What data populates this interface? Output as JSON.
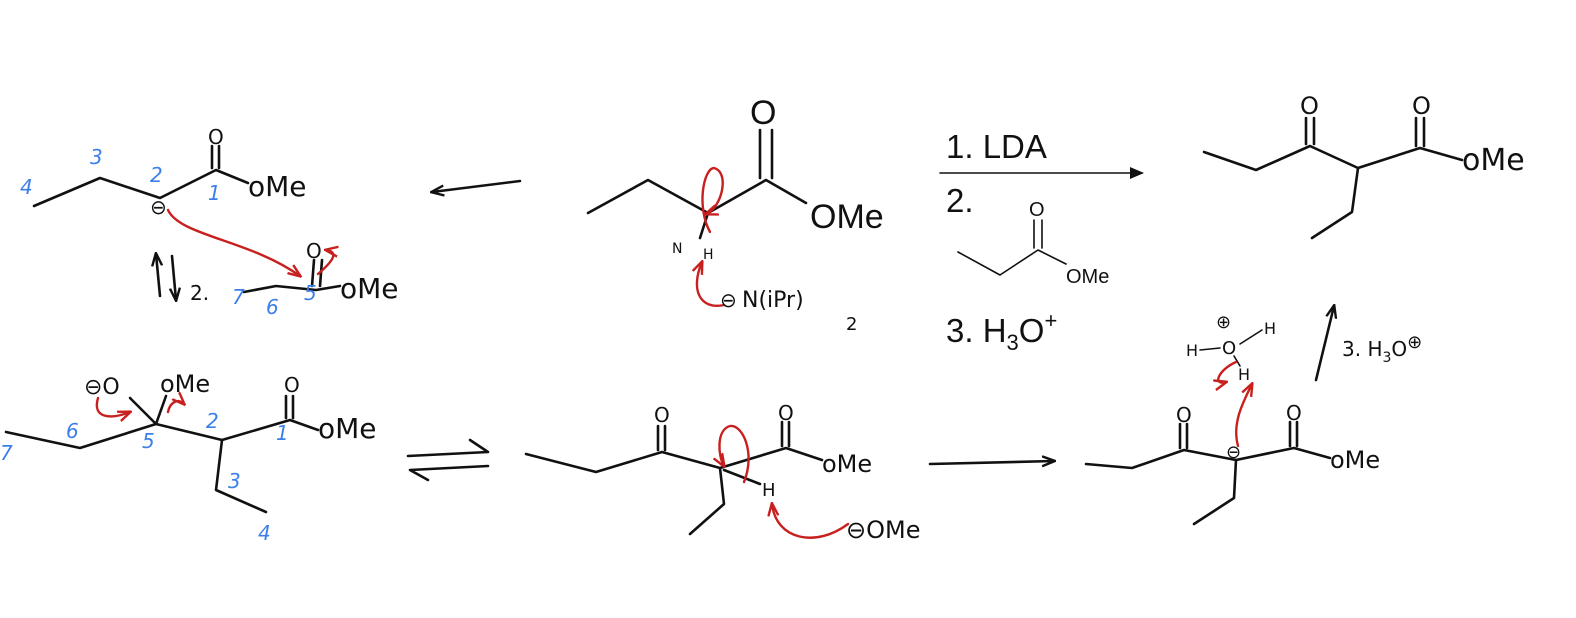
{
  "colors": {
    "ink": "#111111",
    "arrow": "#c8201e",
    "numbering": "#3c7fe8"
  },
  "reactant": {
    "o_label": "O",
    "ome_label": "OMe",
    "n_label": "N",
    "h_label": "H",
    "base_label": "N(iPr)",
    "base_sub": "2",
    "base_minus": "⊖"
  },
  "conditions": {
    "step1": "1. LDA",
    "step2": "2.",
    "reagent_o": "O",
    "reagent_ome": "OMe",
    "step3_prefix": "3. H",
    "step3_sub": "3",
    "step3_mid": "O",
    "step3_sup": "+"
  },
  "product": {
    "o1": "O",
    "o2": "O",
    "ome": "oMe"
  },
  "enolate": {
    "o": "O",
    "ome": "oMe",
    "minus": "⊖",
    "n1": "1",
    "n2": "2",
    "n3": "3",
    "n4": "4"
  },
  "ester2": {
    "o": "O",
    "ome": "oMe",
    "n5": "5",
    "n6": "6",
    "n7": "7",
    "step": "2."
  },
  "tetrahedral": {
    "minus_o": "⊖O",
    "ome": "oMe",
    "o": "O",
    "ome2": "oMe",
    "n1": "1",
    "n2": "2",
    "n3": "3",
    "n4": "4",
    "n5": "5",
    "n6": "6",
    "n7": "7"
  },
  "ketoester": {
    "o1": "O",
    "o2": "O",
    "ome": "oMe",
    "h": "H",
    "base": "⊖OMe"
  },
  "final_enolate": {
    "o1": "O",
    "o2": "O",
    "ome": "oMe",
    "minus": "⊖",
    "h_left": "H",
    "h_right": "H",
    "h_bottom": "H",
    "o_center": "O",
    "plus": "⊕"
  },
  "workup": {
    "label": "3. H",
    "sub": "3",
    "o": "O",
    "plus": "⊕"
  }
}
